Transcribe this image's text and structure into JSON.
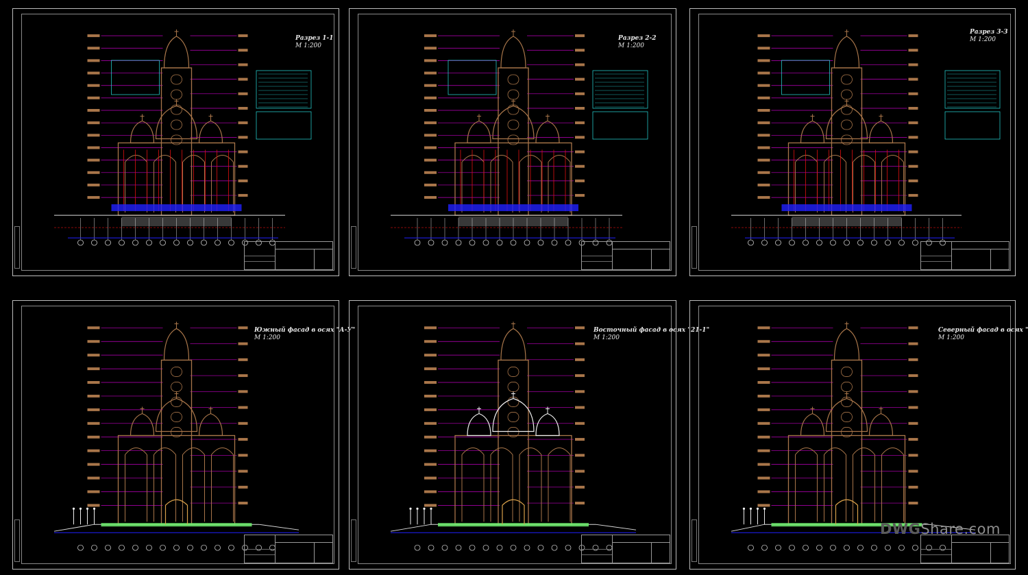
{
  "sheets": [
    {
      "title": "Разрез 1-1",
      "scale": "М 1:200",
      "kind": "section"
    },
    {
      "title": "Разрез 2-2",
      "scale": "М 1:200",
      "kind": "section"
    },
    {
      "title": "Разрез 3-3",
      "scale": "М 1:200",
      "kind": "section"
    },
    {
      "title": "Южный фасад в осях \"А-У\"",
      "scale": "М 1:200",
      "kind": "facade"
    },
    {
      "title": "Восточный фасад в осях \"21-1\"",
      "scale": "М 1:200",
      "kind": "facade"
    },
    {
      "title": "Северный фасад в осях \"У-А\"",
      "scale": "М 1:200",
      "kind": "facade"
    }
  ],
  "watermark": {
    "brand": "DWG",
    "suffix": "Share.com"
  },
  "colors": {
    "background": "#000000",
    "frame": "#bdbdbd",
    "stone": "#a9764a",
    "leader": "#c000c0",
    "cyan": "#27e0e0",
    "blue": "#2020ff",
    "red": "#e01010",
    "green": "#6ef06e"
  }
}
